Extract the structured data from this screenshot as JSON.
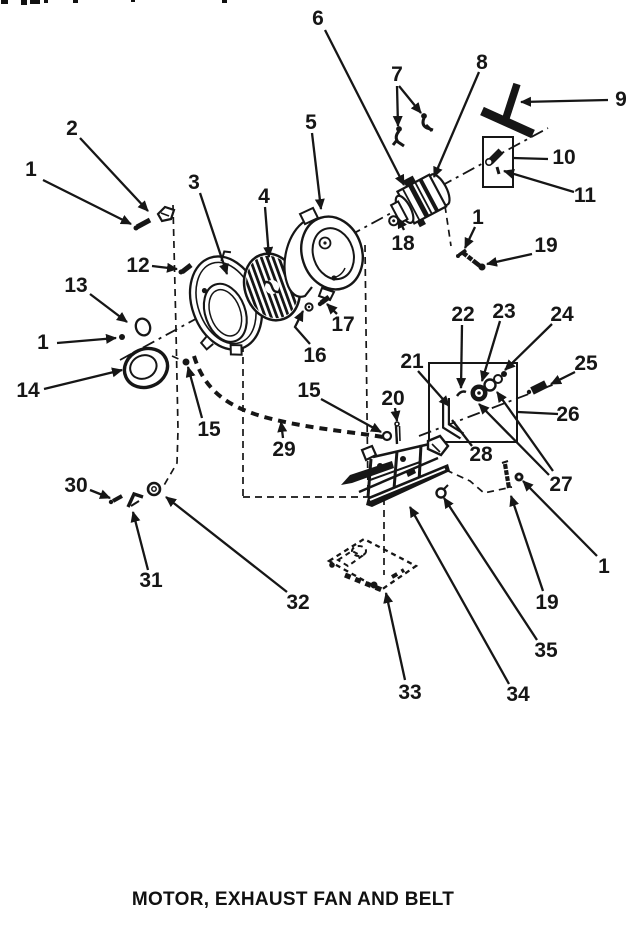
{
  "figure": {
    "caption": "MOTOR, EXHAUST FAN AND BELT"
  },
  "callouts": [
    "6",
    "7",
    "8",
    "9",
    "2",
    "1",
    "10",
    "11",
    "5",
    "3",
    "4",
    "12",
    "18",
    "1",
    "19",
    "13",
    "1",
    "14",
    "15",
    "16",
    "17",
    "15",
    "29",
    "20",
    "21",
    "22",
    "23",
    "24",
    "25",
    "26",
    "27",
    "28",
    "30",
    "31",
    "32",
    "33",
    "34",
    "35",
    "19",
    "1"
  ]
}
